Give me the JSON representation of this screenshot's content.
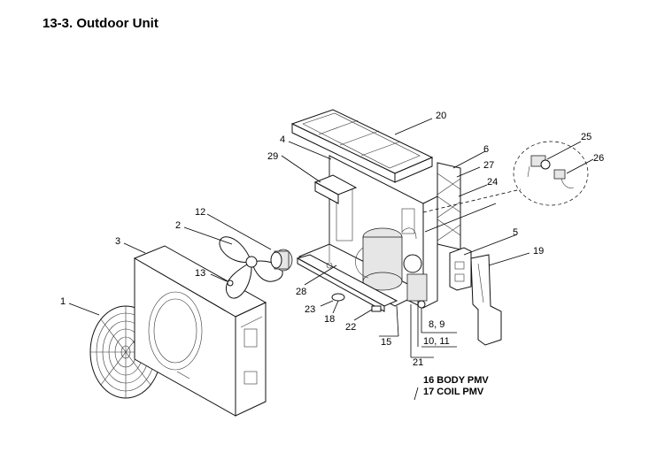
{
  "title": "13-3.  Outdoor Unit",
  "callouts": {
    "c1": "1",
    "c2": "2",
    "c3": "3",
    "c4": "4",
    "c5": "5",
    "c6": "6",
    "c8_9": "8, 9",
    "c10_11": "10, 11",
    "c12": "12",
    "c13": "13",
    "c15": "15",
    "c18": "18",
    "c19": "19",
    "c20": "20",
    "c21": "21",
    "c22": "22",
    "c23": "23",
    "c24": "24",
    "c25": "25",
    "c26": "26",
    "c27": "27",
    "c28": "28",
    "c29": "29"
  },
  "notes": {
    "n16": "16 BODY PMV",
    "n17": "17 COIL PMV"
  }
}
